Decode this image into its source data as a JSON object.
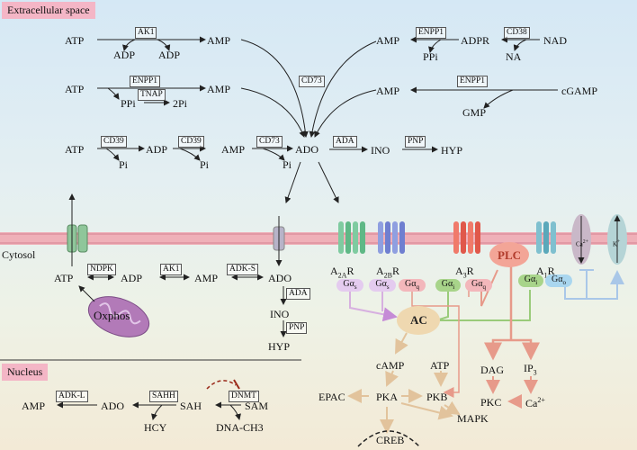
{
  "sections": {
    "extracellular": "Extracellular space",
    "cytosol": "Cytosol",
    "nucleus": "Nucleus"
  },
  "row1": {
    "atp": "ATP",
    "enzyme": "AK1",
    "amp": "AMP",
    "adp_a": "ADP",
    "adp_b": "ADP"
  },
  "row1r": {
    "amp": "AMP",
    "enzyme1": "ENPP1",
    "ppi": "PPi",
    "adpr": "ADPR",
    "enzyme2": "CD38",
    "na": "NA",
    "nad": "NAD"
  },
  "row2": {
    "atp": "ATP",
    "enzyme1": "ENPP1",
    "amp": "AMP",
    "ppi": "PPi",
    "enzyme2": "TNAP",
    "pi2": "2Pi"
  },
  "row2r": {
    "amp": "AMP",
    "enzyme": "ENPP1",
    "cgamp": "cGAMP",
    "gmp": "GMP"
  },
  "cd73_label": "CD73",
  "row3": {
    "atp": "ATP",
    "enzyme1": "CD39",
    "adp": "ADP",
    "pi_a": "Pi",
    "enzyme2": "CD39",
    "amp": "AMP",
    "pi_b": "Pi",
    "enzyme3": "CD73",
    "ado": "ADO",
    "pi_c": "Pi",
    "enzyme4": "ADA",
    "ino": "INO",
    "enzyme5": "PNP",
    "hyp": "HYP"
  },
  "cytosol": {
    "atp": "ATP",
    "enzyme1": "NDPK",
    "adp": "ADP",
    "enzyme2": "AK1",
    "amp": "AMP",
    "enzyme3": "ADK-S",
    "ado": "ADO",
    "enzyme4": "ADA",
    "ino": "INO",
    "enzyme5": "PNP",
    "hyp": "HYP",
    "oxphos": "Oxphos"
  },
  "nucleus": {
    "amp": "AMP",
    "enzyme1": "ADK-L",
    "ado": "ADO",
    "enzyme2": "SAHH",
    "sah": "SAH",
    "hcy": "HCY",
    "enzyme3": "DNMT",
    "sam": "SAM",
    "dna_ch3": "DNA-CH3"
  },
  "receptors": [
    "A2AR",
    "A2BR",
    "A3R",
    "A1R"
  ],
  "g_proteins": [
    "Gαs",
    "Gαs",
    "Gαq",
    "Gαi",
    "Gαq",
    "Gαi",
    "Gαo"
  ],
  "ion_channels": [
    "Ca2+",
    "K+"
  ],
  "signaling": {
    "ac": "AC",
    "plc": "PLC",
    "camp": "cAMP",
    "atp": "ATP",
    "epac": "EPAC",
    "pka": "PKA",
    "pkb": "PKB",
    "mapk": "MAPK",
    "creb": "CREB",
    "dag": "DAG",
    "ip3": "IP3",
    "pkc": "PKC",
    "calcium": "Ca2+"
  },
  "colors": {
    "membrane": "#efb0b8",
    "section_tag": "#f4b6c6",
    "gs": "#e4cbef",
    "gq": "#f3b7bb",
    "gi": "#a8d48a",
    "go": "#a9d6ef",
    "ac": "#efd8b0",
    "plc": "#f3a597"
  },
  "icons": [
    "mitochondrion-icon",
    "a2a-receptor-icon",
    "a2b-receptor-icon",
    "a3-receptor-icon",
    "a1-receptor-icon",
    "calcium-channel-icon",
    "potassium-channel-icon"
  ]
}
